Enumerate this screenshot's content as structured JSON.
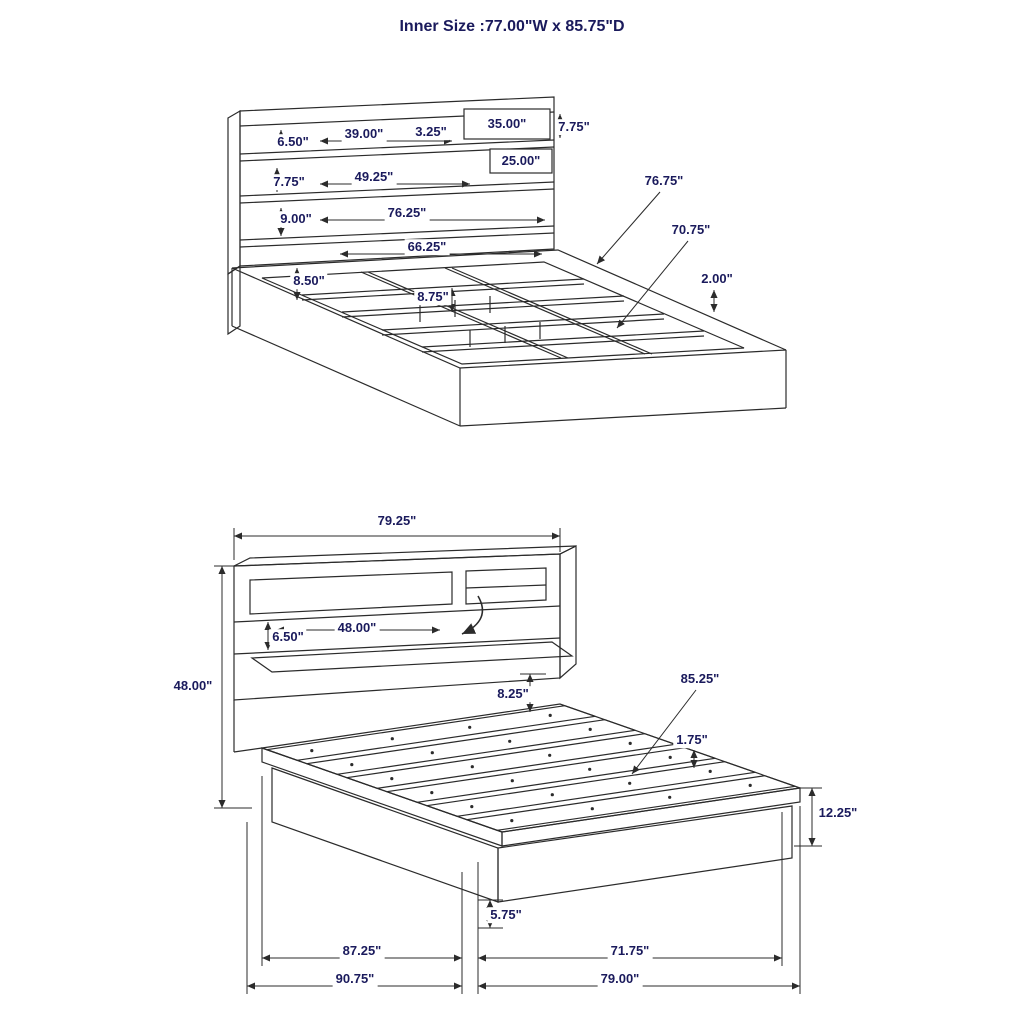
{
  "title": "Inner Size :77.00\"W x 85.75\"D",
  "colors": {
    "label_text": "#1a1a5c",
    "line": "#2b2b2b",
    "background": "#ffffff"
  },
  "top_view": {
    "description": "isometric view of headboard bookcase and slat platform frame",
    "dims": {
      "shelf1_height": "6.50\"",
      "shelf1_width": "39.00\"",
      "divider_width": "3.25\"",
      "right_cubby_width": "35.00\"",
      "right_cubby_height": "7.75\"",
      "right_inner_width": "25.00\"",
      "shelf2_height": "7.75\"",
      "shelf2_width": "49.25\"",
      "shelf3_height": "9.00\"",
      "shelf3_width": "76.25\"",
      "deck_width": "66.25\"",
      "base_height": "8.50\"",
      "slat_support_height": "8.75\"",
      "side_rail_length": "76.75\"",
      "center_rail_length": "70.75\"",
      "rim_height": "2.00\""
    }
  },
  "bottom_view": {
    "description": "isometric view of assembled platform bed with plank deck",
    "dims": {
      "overall_width": "79.25\"",
      "overall_height": "48.00\"",
      "shelf_opening_height": "6.50\"",
      "shelf_opening_width": "48.00\"",
      "deck_offset": "8.25\"",
      "slat_length": "85.25\"",
      "rim_thickness": "1.75\"",
      "platform_side_height": "12.25\"",
      "base_lip_height": "5.75\"",
      "inner_left_width": "87.25\"",
      "inner_right_width": "71.75\"",
      "outer_left_width": "90.75\"",
      "outer_right_width": "79.00\""
    }
  }
}
